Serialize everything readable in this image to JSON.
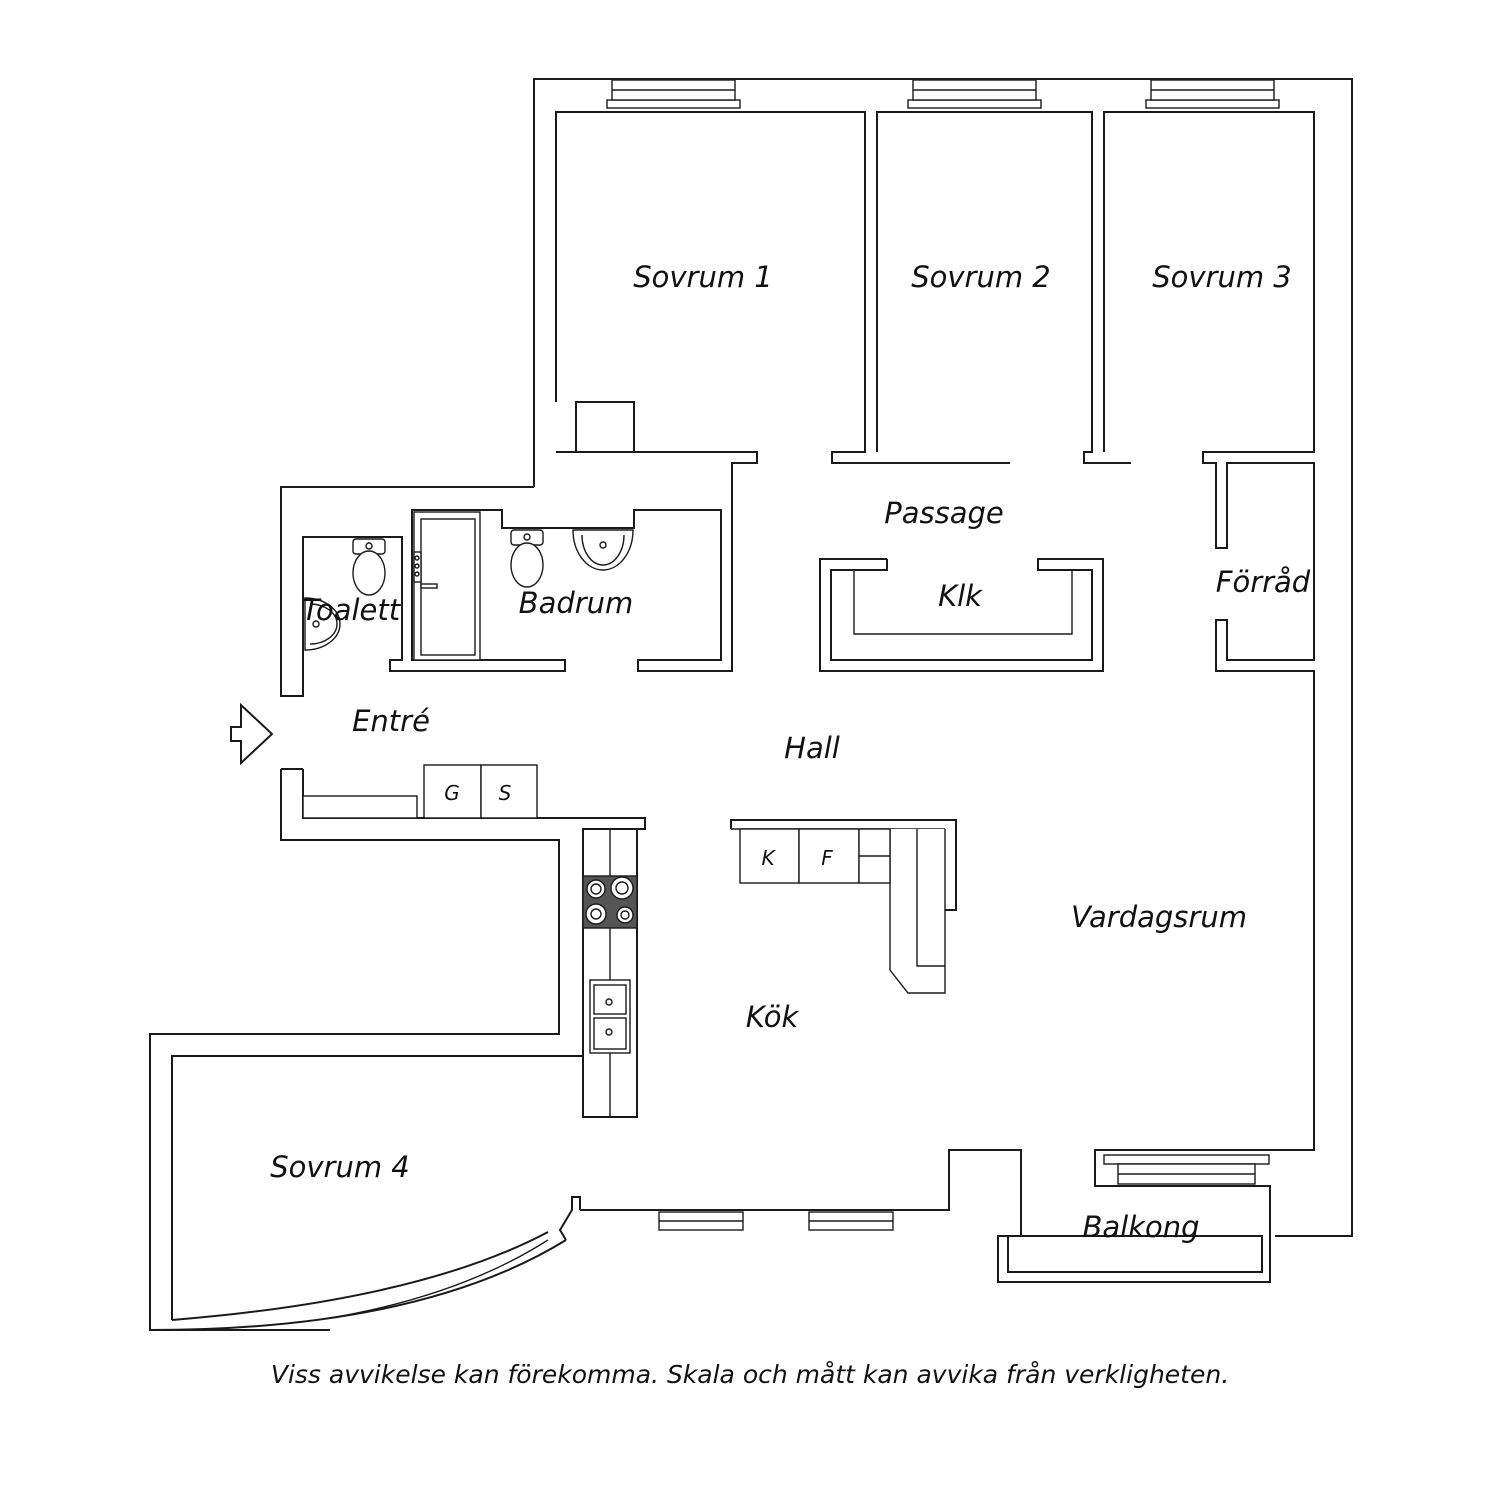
{
  "rooms": {
    "sovrum_1": "Sovrum 1",
    "sovrum_2": "Sovrum 2",
    "sovrum_3": "Sovrum 3",
    "passage": "Passage",
    "klk": "Klk",
    "forrad": "Förråd",
    "toalett": "Toalett",
    "badrum": "Badrum",
    "entre": "Entré",
    "hall": "Hall",
    "vardagsrum": "Vardagsrum",
    "kok": "Kök",
    "sovrum_4": "Sovrum 4",
    "balkong": "Balkong"
  },
  "appliances": {
    "g": "G",
    "s": "S",
    "k": "K",
    "f": "F"
  },
  "disclaimer": "Viss avvikelse kan förekomma. Skala och mått kan avvika från verkligheten.",
  "icons": [
    "entrance-arrow-icon",
    "toilet-icon",
    "sink-icon",
    "stove-icon",
    "kitchen-sink-icon",
    "shower-icon",
    "window-icon"
  ]
}
